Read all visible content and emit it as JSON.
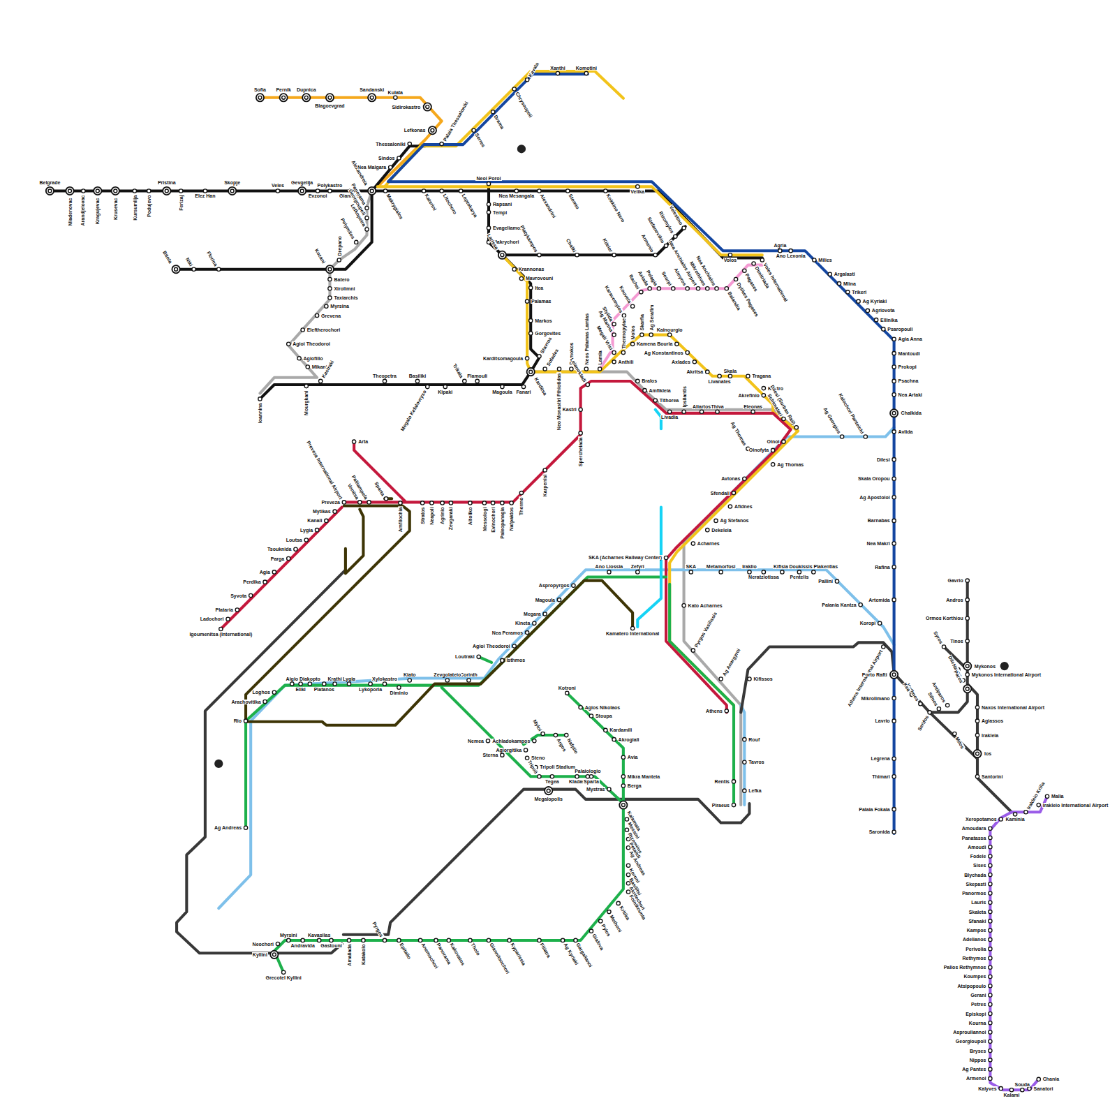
{
  "diagram": {
    "labels": [
      "Belgrade",
      "Mladenovac",
      "Arandjelovac",
      "Kragujevac",
      "Krusevac",
      "Kursumlija",
      "Podujevo",
      "Pristina",
      "Ferizaj",
      "Elez Han",
      "Skopje",
      "Veles",
      "Gevgelija",
      "Evzonoi",
      "Polykastro",
      "Giannitsa",
      "Alexandreia",
      "Makrygialos",
      "Katerini",
      "Litochoro",
      "Leptokarya",
      "Neoi Poroi",
      "Nea Mesangala",
      "Alexandrini",
      "Stomio",
      "Kokkino Nero",
      "Velika",
      "Thessaloniki",
      "Sindos",
      "Nea Malgara",
      "Palaia Thessaloniki",
      "Sidirokastro",
      "Lefkonas",
      "Serres",
      "Drama",
      "Chrysoupoli",
      "Kavala",
      "Xanthi",
      "Komotini",
      "Sofia",
      "Pernik",
      "Dupnica",
      "Blagoevgrad",
      "Sandanski",
      "Kulata",
      "Bitola",
      "Niki",
      "Florina",
      "Kozani",
      "Drepano",
      "Panorama",
      "Georgoupoli",
      "Lefkopetra",
      "Polymilos",
      "Batero",
      "Xirolimni",
      "Taxiarchis",
      "Myrsina",
      "Grevena",
      "Eleftherochori",
      "Agioi Theodoroi",
      "Agiofillo",
      "Mikani",
      "Kastraki",
      "Ioannina",
      "Mourgkani",
      "Theopetra",
      "Basiliki",
      "Trikala",
      "Flamouli",
      "Megalo Kefalovryso",
      "Kipaki",
      "Magoula",
      "Fanari",
      "Karditsa",
      "Karditsomagoula",
      "Stavros",
      "Sofades",
      "Neo Monastiri Fthiotidas",
      "Domokos",
      "Neos Palamas Lamias",
      "Lamia",
      "Anthili",
      "Thermopylae",
      "Molos",
      "Skarfia",
      "Ag Serafim",
      "Kainourgio",
      "Kamena Bourla",
      "Ag Konstantinos",
      "Axlades",
      "Akritsa",
      "Skala",
      "Tragana",
      "Livanates",
      "Kastro",
      "Akrefinio",
      "Eleonas",
      "Thiva",
      "Aliartos",
      "Ipsilantis",
      "Livadia",
      "Tithorea",
      "Amfikleia",
      "Bralos",
      "Leianokladi",
      "Kastri",
      "Spercheiada",
      "Karpenisi",
      "Thermo",
      "Nafpaktos",
      "Paleopanagia",
      "Evinochori",
      "Messologi",
      "Aitoliko",
      "Zevgaraki",
      "Agrinio",
      "Neapoli",
      "Stratos",
      "Amfilochia",
      "Arta",
      "Preveza International Airport",
      "Vonitsa",
      "Palliampela",
      "Sparta",
      "Preveza",
      "Mytikas",
      "Kanali",
      "Lygia",
      "Loutsa",
      "Tsouknida",
      "Parga",
      "Agia",
      "Perdika",
      "Syvota",
      "Plataria",
      "Ladochori",
      "Igoumenitsa (International)",
      "Rapsani",
      "Tempi",
      "Evageliamos",
      "Makrychori",
      "Larissa",
      "Platykampos",
      "Chalki",
      "Kileler",
      "Armenio",
      "Stefanovikio",
      "Rizomylos",
      "Velestino",
      "Krannonas",
      "Mavrovouni",
      "Itea",
      "Palamas",
      "Markos",
      "Gorgovites",
      "Volos",
      "Agria",
      "Ano Lexonia",
      "Milies",
      "Argalasti",
      "Mlina",
      "Trikeri",
      "Ag Kyriaki",
      "Agriovota",
      "Ellinika",
      "Psaropouli",
      "Agia Anna",
      "Mantoudi",
      "Prokopi",
      "Psachna",
      "Nea Artaki",
      "Chalkida",
      "Avlida",
      "Dilesi",
      "Skala Oropou",
      "Ag Apostoloi",
      "Barnabas",
      "Nea Makri",
      "Rafina",
      "Artemida",
      "Koropi",
      "Paiania Kantza",
      "Pallini",
      "Athens International Airport",
      "Porto Rafti",
      "Mikrolimano",
      "Lavrio",
      "Legrena",
      "Thimari",
      "Palaia Fokaia",
      "Saronida",
      "Sourpi",
      "Almyros",
      "Nea Anchialos Airport",
      "Mikrothives",
      "Nea Anchialos",
      "Balandia",
      "Dylikes Pagases",
      "Pagases",
      "Dimitriada",
      "Volos International",
      "Pelagia",
      "Axlada",
      "Rachei",
      "Kouvela",
      "Karavomylos",
      "Stylida",
      "Ag Marina",
      "Megali Vrisi",
      "Dilesi (Surban Rail)",
      "Schimatari",
      "Oinoi",
      "Oinofyta",
      "Ag Thomas",
      "Ag Thomas",
      "Ag Georgios",
      "Kalochori Panteichi",
      "Avlonas",
      "Sfendali",
      "Afidnes",
      "Ag Stefanos",
      "Dekeleia",
      "Acharnes",
      "SKA (Acharnes Railway Center)",
      "SKA",
      "Metamorfosi",
      "Iraklio",
      "Neratziotissa",
      "Kifisias",
      "Doukissis Plakentias",
      "Pentelis",
      "Ano Liossia",
      "Zefyri",
      "Aspropyrgos",
      "Magoula",
      "Megara",
      "Kineta",
      "Nea Peramos",
      "Agioi Theodoroi",
      "Isthmos",
      "Loutraki",
      "Corinth",
      "Zevgolateio",
      "Kiato",
      "Xylokastro",
      "Diminio",
      "Lykoporia",
      "Lygia",
      "Krathi",
      "Platanos",
      "Diakopto",
      "Eliki",
      "Aigio",
      "Loghos",
      "Arachovitika",
      "Rio",
      "Ag Andreas",
      "Kato Acharnes",
      "Pyrgos Vasilissis",
      "Ag Anargyroi",
      "Kifissos",
      "Athens",
      "Rouf",
      "Tavros",
      "Lefka",
      "Rentis",
      "Piraeus",
      "Kamatero International",
      "Kotroni",
      "Agios Nikolaos",
      "Stoupa",
      "Kardamili",
      "Akrogiali",
      "Avia",
      "Mikra Manteia",
      "Berga",
      "Kalamata",
      "Messini",
      "Rizomilos",
      "Petalidi",
      "Ag Andreas",
      "Koroni",
      "Basilitsi",
      "Akritochori",
      "Foinikounta",
      "Kritika",
      "Methoni",
      "Pylos",
      "Gialova",
      "Neochori",
      "Myrsini",
      "Andravida",
      "Kavasilas",
      "Gastouni",
      "Amaliada",
      "Katakolo",
      "Pyrgos",
      "Epitalio",
      "Anemochori",
      "Panorama",
      "Kakovatos",
      "Tholo",
      "Giannitsochori",
      "Kyparissia",
      "Filiatra",
      "Ag Kyriaki",
      "Gargalianoi",
      "Kyllini",
      "Grecotel Kyllini",
      "Nemea",
      "Sterna",
      "Achladokampos",
      "Agiorgitika",
      "Myloi",
      "Argos",
      "Nafplio",
      "Steno",
      "Tripoli Stadium",
      "Tripoli",
      "Tegea",
      "Kladas",
      "Sparta",
      "Palaiologio",
      "Mystras",
      "Megalopolis",
      "Gavrio",
      "Andros",
      "Ormos Korthiou",
      "Tinos",
      "Syros",
      "Mykonos",
      "Dilos",
      "Mykonos International Airport",
      "Naxos",
      "Paros",
      "Naxos International Airport",
      "Agiassos",
      "Irakleia",
      "Ios",
      "Santorini",
      "Milos",
      "Antiparos",
      "Sifnos",
      "Serifos",
      "Kythnos",
      "Kea",
      "Kaminia",
      "Irakleio Krilia",
      "Malia",
      "Irakleio International Airport",
      "Xeropotamos",
      "Amoudara",
      "Panatassa",
      "Amoudi",
      "Fodele",
      "Sises",
      "Blychada",
      "Skepasti",
      "Panormos",
      "Lauris",
      "Skaleta",
      "Sfanaki",
      "Kampos",
      "Adelianos",
      "Perivolia",
      "Rethymos",
      "Palios Rethymnos",
      "Koumpes",
      "Atsipopoulo",
      "Gerani",
      "Petres",
      "Episkopi",
      "Kourna",
      "Asprouliannoi",
      "Georgioupoli",
      "Bryses",
      "Nippos",
      "Ag Pantes",
      "Armenoi",
      "Kalyves",
      "Kalami",
      "Souda",
      "Sanatori",
      "Chania"
    ]
  }
}
